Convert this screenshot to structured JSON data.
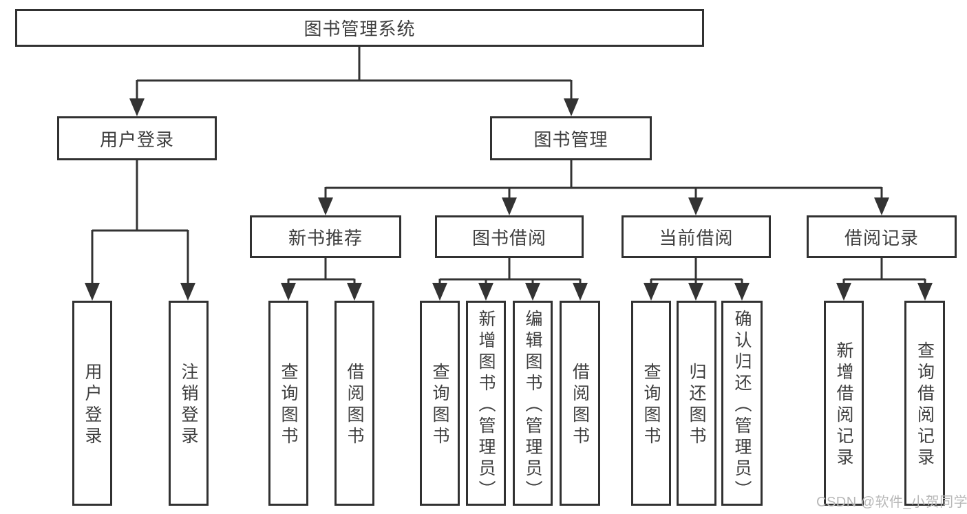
{
  "colors": {
    "line": "#333333",
    "box_border": "#313131",
    "text": "#3e3e3e",
    "background": "#ffffff",
    "watermark": "#b8b8b8"
  },
  "tree": {
    "root": {
      "label": "图书管理系统",
      "children": [
        {
          "label": "用户登录",
          "children": [
            {
              "label": "用户登录"
            },
            {
              "label": "注销登录"
            }
          ]
        },
        {
          "label": "图书管理",
          "children": [
            {
              "label": "新书推荐",
              "children": [
                {
                  "label": "查询图书"
                },
                {
                  "label": "借阅图书"
                }
              ]
            },
            {
              "label": "图书借阅",
              "children": [
                {
                  "label": "查询图书"
                },
                {
                  "label": "新增图书（管理员）"
                },
                {
                  "label": "编辑图书（管理员）"
                },
                {
                  "label": "借阅图书"
                }
              ]
            },
            {
              "label": "当前借阅",
              "children": [
                {
                  "label": "查询图书"
                },
                {
                  "label": "归还图书"
                },
                {
                  "label": "确认归还（管理员）"
                }
              ]
            },
            {
              "label": "借阅记录",
              "children": [
                {
                  "label": "新增借阅记录"
                },
                {
                  "label": "查询借阅记录"
                }
              ]
            }
          ]
        }
      ]
    }
  },
  "watermark": {
    "text": "CSDN @软件_小贺同学"
  }
}
